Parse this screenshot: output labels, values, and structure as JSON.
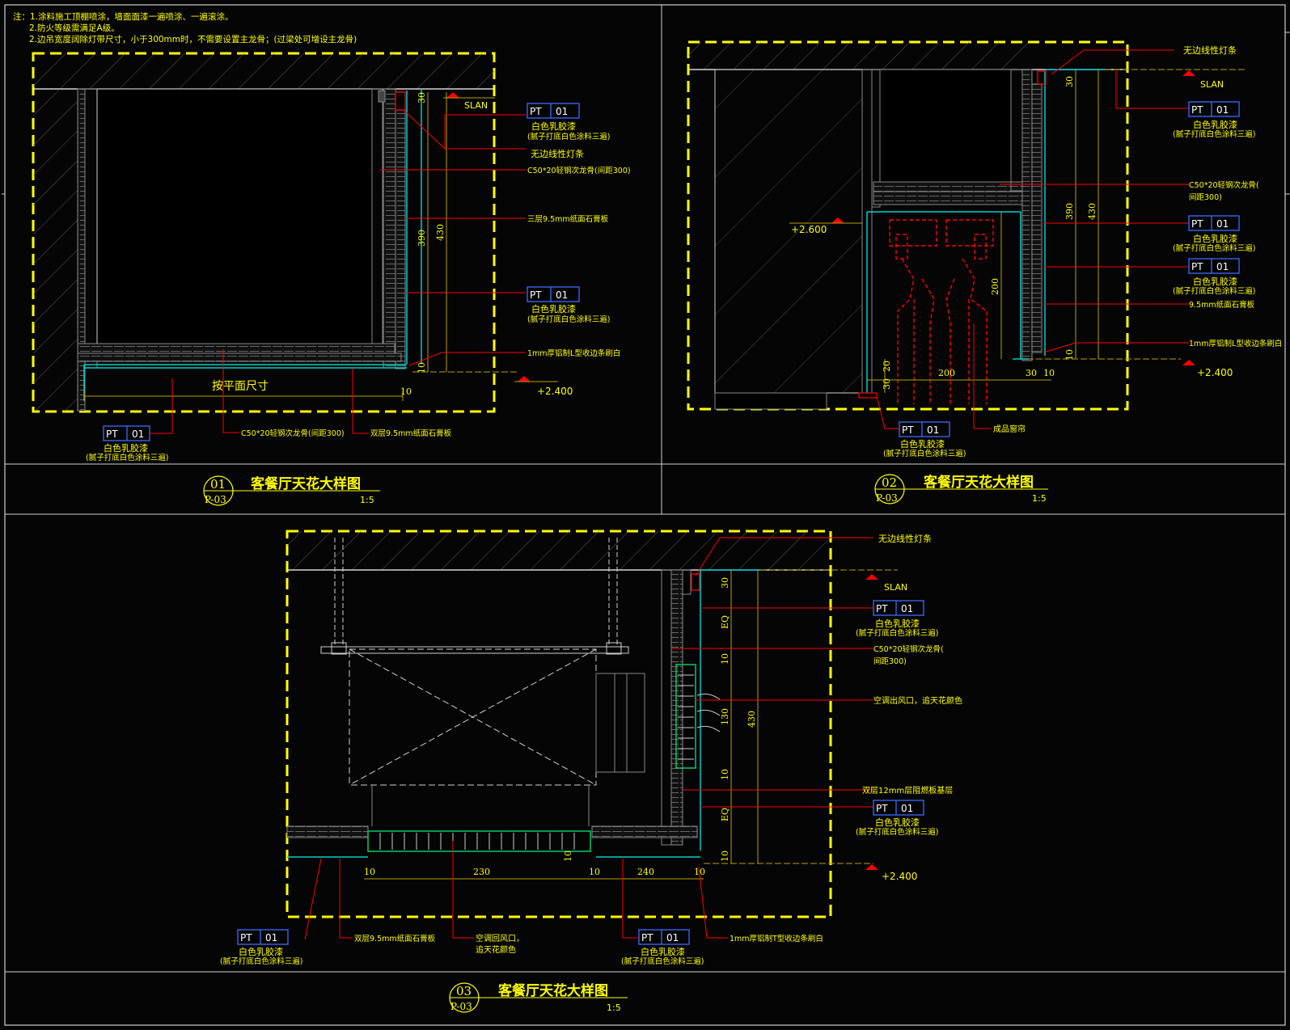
{
  "notes": {
    "line1": "注：1.涂料施工顶棚喷涂，墙面面漆一遍喷涂、一遍滚涂。",
    "line2": "2.防火等级需满足A级。",
    "line3": "2.边吊宽度阔除灯带尺寸，小于300mm时，不需要设置主龙骨；(过梁处可增设主龙骨)"
  },
  "materials": {
    "pt_code": "PT",
    "pt_num": "01",
    "paint_name": "白色乳胶漆",
    "paint_spec": "(腻子打底白色涂料三遍)",
    "light_strip": "无边线性灯条",
    "keel": "C50*20轻钢次龙骨(间距300)",
    "keel_a": "C50*20轻钢次龙骨(",
    "keel_b": "间距300)",
    "board_triple": "三层9.5mm纸面石膏板",
    "board_double": "双层9.5mm纸面石膏板",
    "board_single": "9.5mm纸面石膏板",
    "trim_l": "1mm厚铝制L型收边条刷白",
    "trim_t": "1mm厚铝制T型收边条刷白",
    "curtain": "成品窗帘",
    "ac_outlet": "空调出风口，追天花颜色",
    "ac_return_a": "空调回风口，",
    "ac_return_b": "追天花颜色",
    "plywood": "双层12mm层阻燃板基层",
    "by_plan": "按平面尺寸"
  },
  "levels": {
    "slan": "SLAN",
    "l2400": "+2.400",
    "l2600": "+2.600"
  },
  "dims": {
    "d30": "30",
    "d390": "390",
    "d430": "430",
    "d10": "10",
    "d200": "200",
    "d20": "20",
    "d130": "130",
    "d230": "230",
    "d240": "240",
    "eq": "EQ"
  },
  "titles": {
    "title_name": "客餐厅天花大样图",
    "scale": "1:5",
    "sheet": "P-03",
    "n1": "01",
    "n2": "02",
    "n3": "03"
  },
  "colors": {
    "background": "#000000",
    "annotation": "#ffff00",
    "leader": "#ff0000",
    "tag_border": "#3a6bff",
    "gypsum": "#00cccc",
    "panel": "#00cc66"
  }
}
